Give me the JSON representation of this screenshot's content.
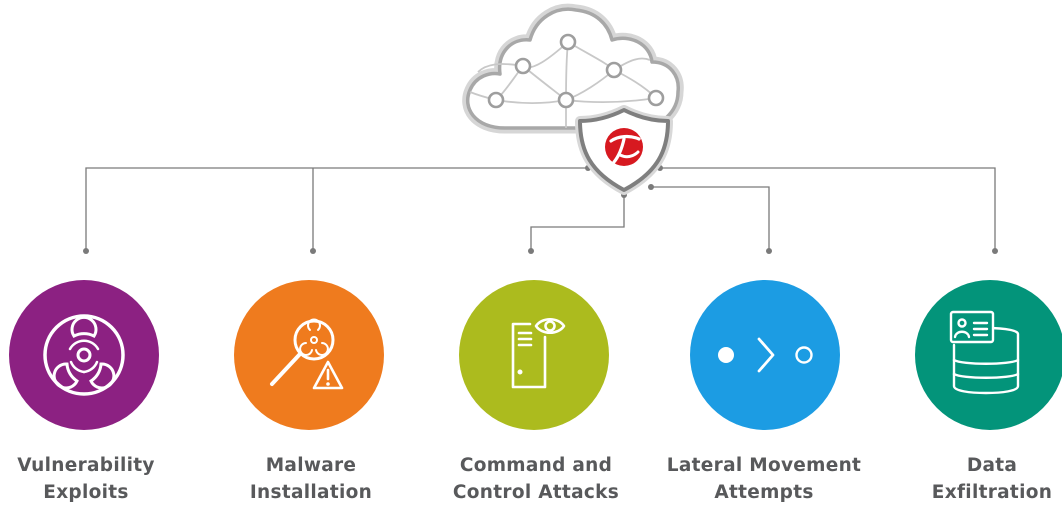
{
  "hub": {
    "cloud_icon": "cloud-network-icon",
    "shield_icon": "shield-logo-icon",
    "colors": {
      "cloud_stroke": "#b6b6b6",
      "shield_stroke": "#8a8a8a",
      "logo_red": "#d71920",
      "line": "#7a7a7a"
    }
  },
  "threats": [
    {
      "line1": "Vulnerability",
      "line2": "Exploits",
      "icon": "biohazard-icon",
      "color": "#8c2182"
    },
    {
      "line1": "Malware",
      "line2": "Installation",
      "icon": "magnifier-biohazard-warning-icon",
      "color": "#ef7b1e"
    },
    {
      "line1": "Command and",
      "line2": "Control Attacks",
      "icon": "server-eye-icon",
      "color": "#acbb1e"
    },
    {
      "line1": "Lateral Movement",
      "line2": "Attempts",
      "icon": "dot-chevron-circle-icon",
      "color": "#1c9ce3"
    },
    {
      "line1": "Data",
      "line2": "Exfiltration",
      "icon": "id-card-database-icon",
      "color": "#03947a"
    }
  ]
}
